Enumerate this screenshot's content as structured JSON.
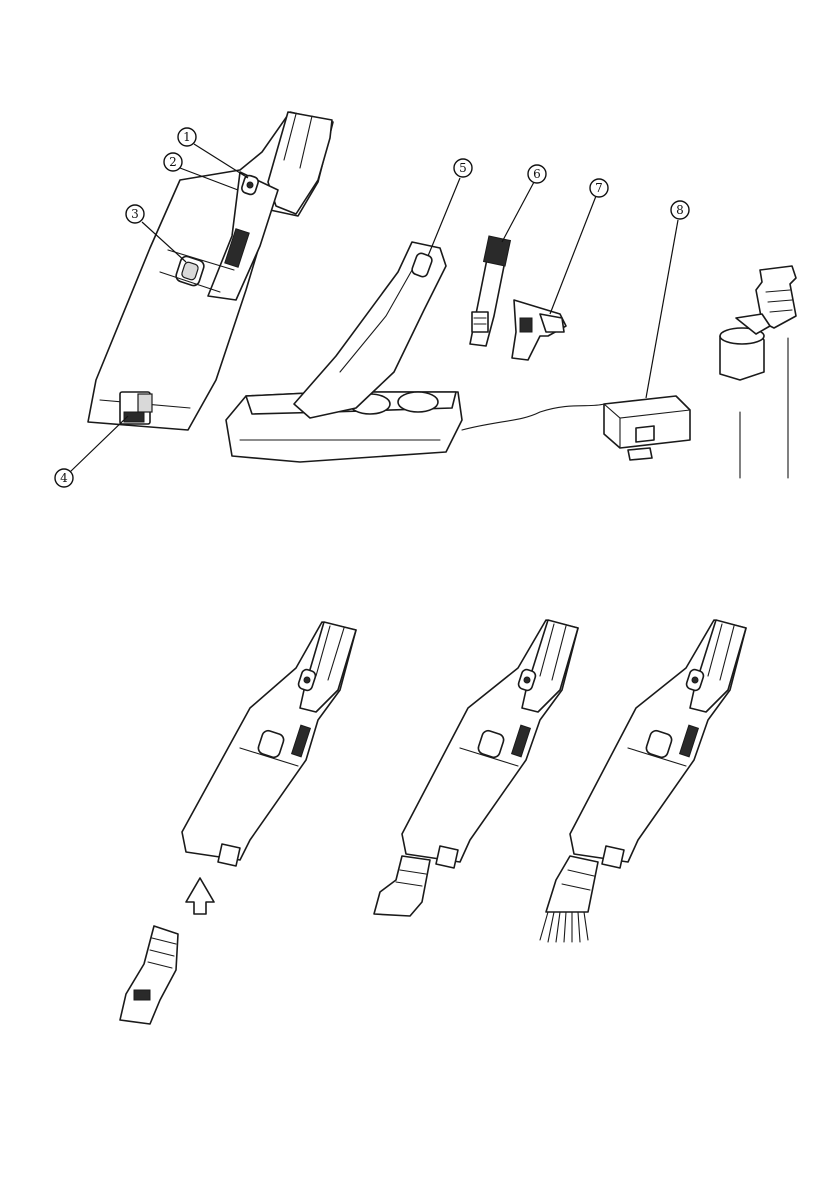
{
  "callouts": [
    {
      "num": "1",
      "label": "power-button"
    },
    {
      "num": "2",
      "label": "indicator"
    },
    {
      "num": "3",
      "label": "release-button"
    },
    {
      "num": "4",
      "label": "nozzle-release"
    },
    {
      "num": "5",
      "label": "charging-base"
    },
    {
      "num": "6",
      "label": "brush-nozzle"
    },
    {
      "num": "7",
      "label": "crevice-nozzle"
    },
    {
      "num": "8",
      "label": "adapter"
    }
  ],
  "colors": {
    "line": "#1a1a1a",
    "fill": "#ffffff",
    "accent": "#2a2a2a"
  }
}
